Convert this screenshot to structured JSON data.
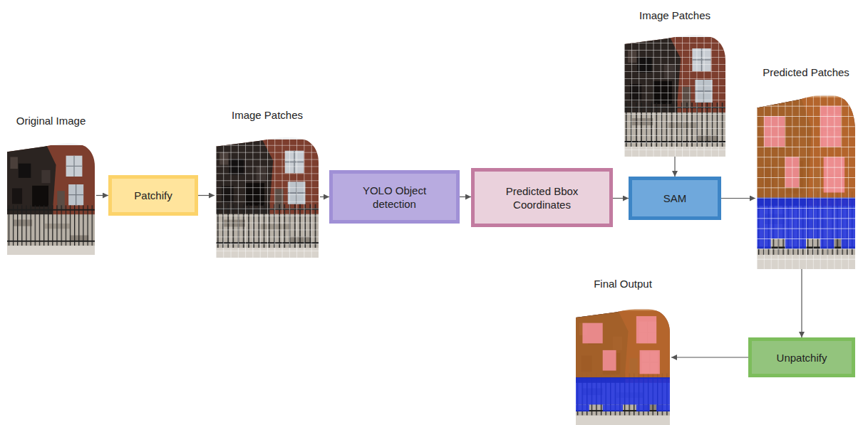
{
  "diagram": {
    "nodes": [
      {
        "text": [
          "Original Image"
        ]
      },
      {
        "text": [
          "Patchify"
        ]
      },
      {
        "text": [
          "Image Patches"
        ]
      },
      {
        "text": [
          "YOLO Object detection"
        ]
      },
      {
        "text": [
          "Predicted Bbox Coordinates"
        ]
      },
      {
        "text": [
          "Image Patches"
        ]
      },
      {
        "text": [
          "SAM"
        ]
      },
      {
        "text": [
          "Predicted Patches"
        ]
      },
      {
        "text": [
          "Unpatchify"
        ]
      },
      {
        "text": [
          "Final Output"
        ]
      }
    ],
    "edges": [
      {
        "from": 0,
        "to": 1,
        "arrow": "to"
      },
      {
        "from": 1,
        "to": 2,
        "arrow": "to"
      },
      {
        "from": 2,
        "to": 3,
        "arrow": "to"
      },
      {
        "from": 3,
        "to": 4,
        "arrow": "to"
      },
      {
        "from": 4,
        "to": 6,
        "arrow": "to"
      },
      {
        "from": 5,
        "to": 6,
        "arrow": "to"
      },
      {
        "from": 6,
        "to": 7,
        "arrow": "to"
      },
      {
        "from": 7,
        "to": 8,
        "arrow": "to"
      },
      {
        "from": 8,
        "to": 9,
        "arrow": "to"
      }
    ]
  }
}
